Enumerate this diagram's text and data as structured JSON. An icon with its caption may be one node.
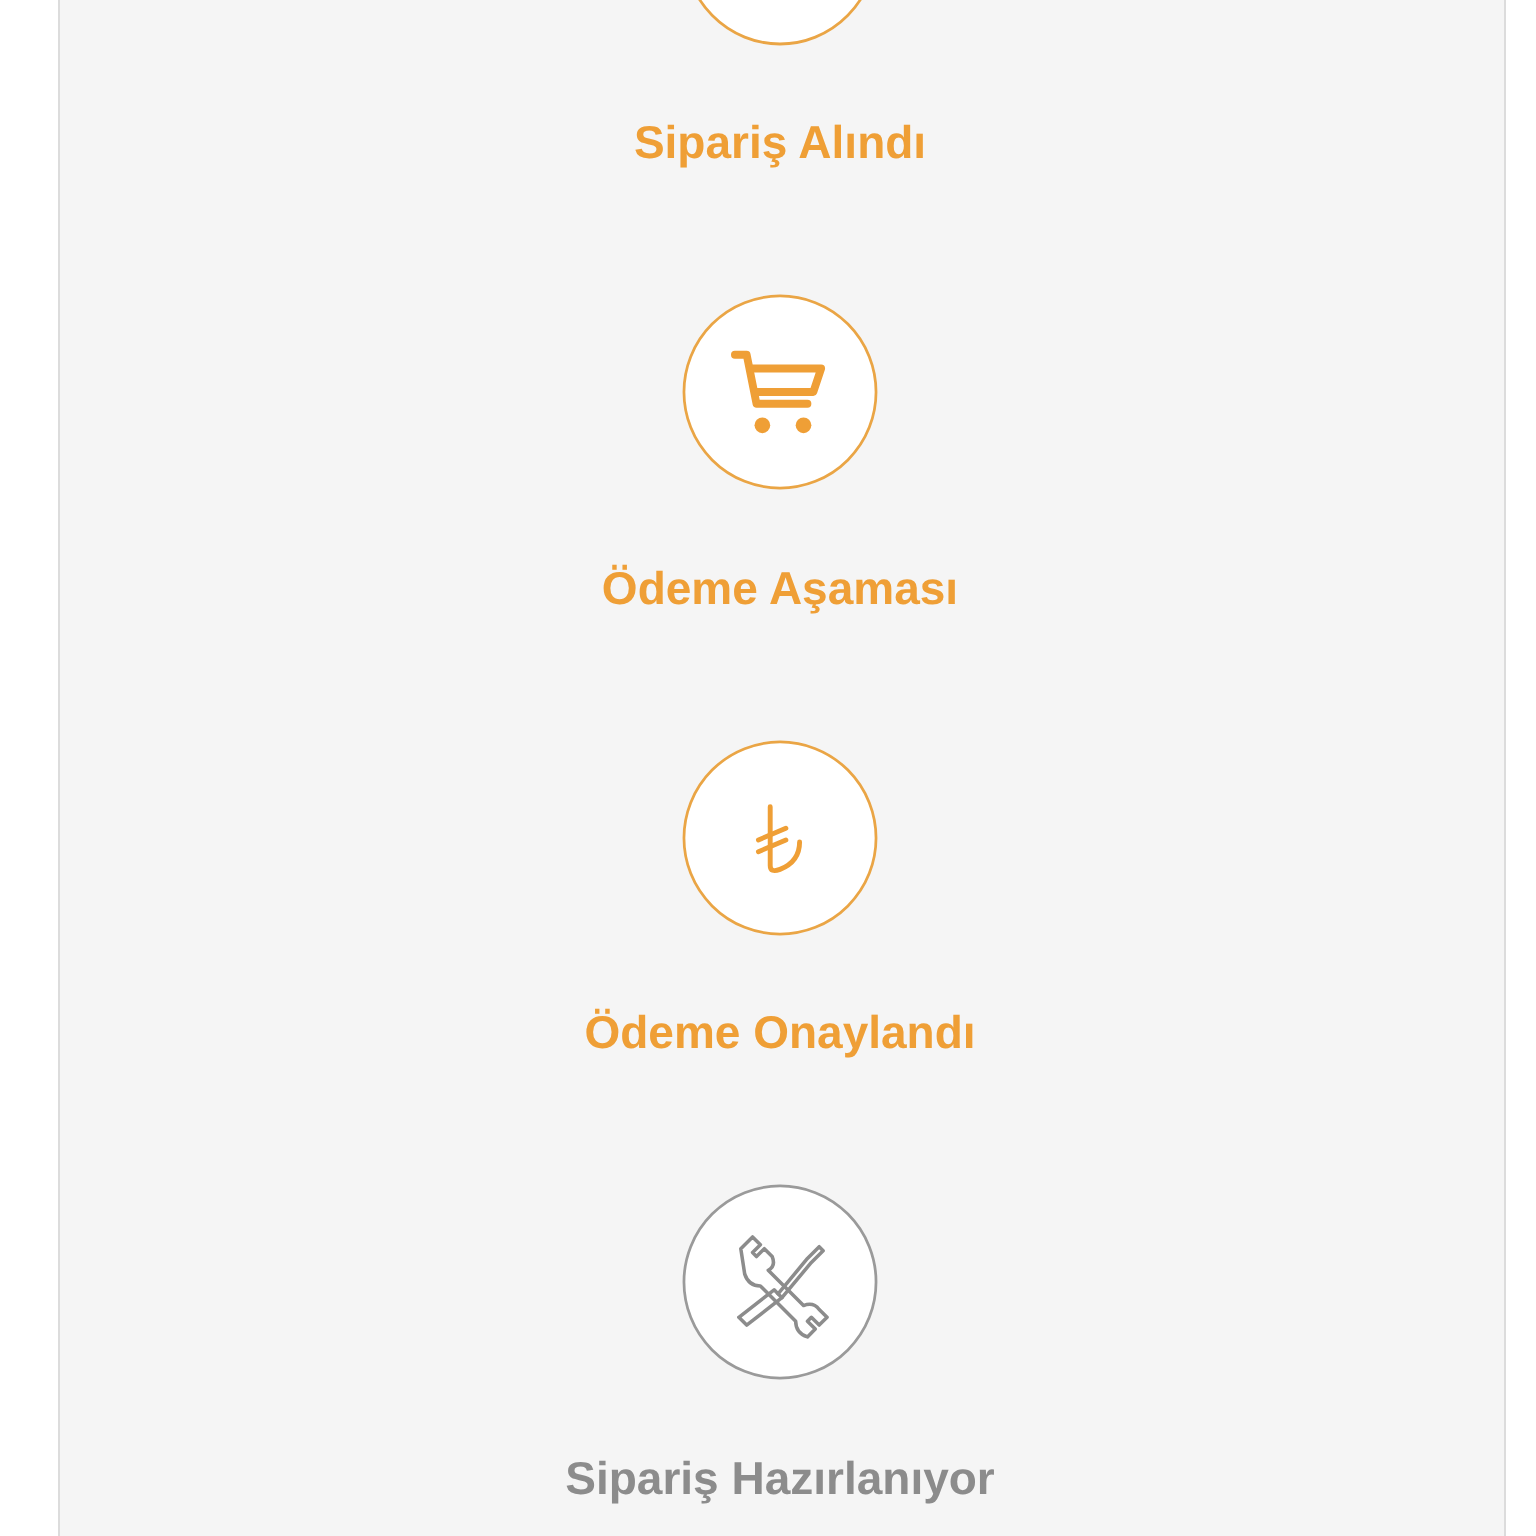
{
  "diagram": {
    "nodes": [
      {
        "text": [
          "Sipariş Alındı"
        ]
      },
      {
        "text": [
          "Ödeme Aşaması"
        ]
      },
      {
        "text": [
          "Ödeme Onaylandı"
        ]
      },
      {
        "text": [
          "Sipariş Hazırlanıyor"
        ]
      }
    ]
  }
}
